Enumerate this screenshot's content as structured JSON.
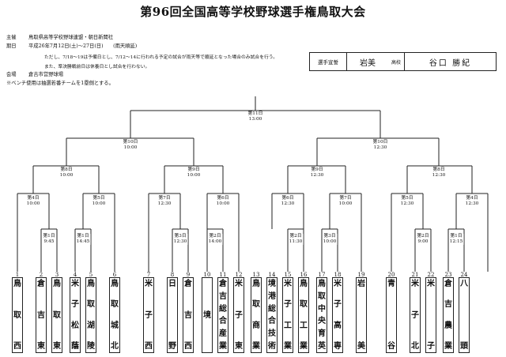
{
  "title": "第96回全国高等学校野球選手権鳥取大会",
  "info": [
    {
      "label": "主催",
      "value": "鳥取県高等学校野球連盟・朝日新聞社"
    },
    {
      "label": "期日",
      "value": "平成26年7月12日(土)～27日(日)　　(雨天順延)"
    }
  ],
  "notes": [
    "ただし、7/18～19は予備日とし、7/12～14に行われる予定の試合が雨天等で順延となった場合のみ試合を行う。",
    "また、準決勝戦前日は休養日とし試合を行わない。"
  ],
  "venue": {
    "label": "会場",
    "value": "倉吉市営野球場"
  },
  "bench_note": "※ベンチ使用は抽選若番チームを1塁側とする。",
  "senshu": {
    "label": "選手宣誓",
    "school": "岩美",
    "koko": "高校",
    "name": "谷口 勝紀"
  },
  "rounds": [
    {
      "name": "第11日",
      "time": "13:00"
    },
    {
      "name": "第10日",
      "time": "10:00"
    },
    {
      "name": "第10日",
      "time": "12:30"
    },
    {
      "name": "第8日",
      "time": "10:00"
    },
    {
      "name": "第9日",
      "time": "10:00"
    },
    {
      "name": "第9日",
      "time": "12:30"
    },
    {
      "name": "第8日",
      "time": "12:30"
    },
    {
      "name": "第4日",
      "time": "10:00"
    },
    {
      "name": "第5日",
      "time": "10:00"
    },
    {
      "name": "第7日",
      "time": "12:30"
    },
    {
      "name": "第6日",
      "time": "10:00"
    },
    {
      "name": "第6日",
      "time": "12:30"
    },
    {
      "name": "第7日",
      "time": "10:00"
    },
    {
      "name": "第5日",
      "time": "12:30"
    },
    {
      "name": "第4日",
      "time": "12:30"
    },
    {
      "name": "第1日",
      "time": "9:45"
    },
    {
      "name": "第1日",
      "time": "14:45"
    },
    {
      "name": "第3日",
      "time": "12:30"
    },
    {
      "name": "第2日",
      "time": "14:00"
    },
    {
      "name": "第2日",
      "time": "11:30"
    },
    {
      "name": "第3日",
      "time": "10:00"
    },
    {
      "name": "第2日",
      "time": "9:00"
    },
    {
      "name": "第1日",
      "time": "12:15"
    }
  ],
  "teams": [
    {
      "num": "1",
      "name": "鳥取西"
    },
    {
      "num": "2",
      "name": "倉吉東"
    },
    {
      "num": "3",
      "name": "鳥取東"
    },
    {
      "num": "4",
      "name": "米子松蔭"
    },
    {
      "num": "5",
      "name": "鳥取湖陵"
    },
    {
      "num": "6",
      "name": "鳥取城北"
    },
    {
      "num": "7",
      "name": "米子西"
    },
    {
      "num": "8",
      "name": "日野"
    },
    {
      "num": "9",
      "name": "倉吉西"
    },
    {
      "num": "10",
      "name": "境"
    },
    {
      "num": "11",
      "name": "倉吉総合産業"
    },
    {
      "num": "12",
      "name": "米子東"
    },
    {
      "num": "13",
      "name": "鳥取商業"
    },
    {
      "num": "14",
      "name": "境港総合技術"
    },
    {
      "num": "15",
      "name": "米子工業"
    },
    {
      "num": "16",
      "name": "鳥取工業"
    },
    {
      "num": "17",
      "name": "鳥取中央育英"
    },
    {
      "num": "18",
      "name": "米子高専"
    },
    {
      "num": "19",
      "name": "岩美"
    },
    {
      "num": "20",
      "name": "青谷"
    },
    {
      "num": "21",
      "name": "米子北"
    },
    {
      "num": "22",
      "name": "米子"
    },
    {
      "num": "23",
      "name": "倉吉農業"
    },
    {
      "num": "24",
      "name": "八頭"
    }
  ]
}
